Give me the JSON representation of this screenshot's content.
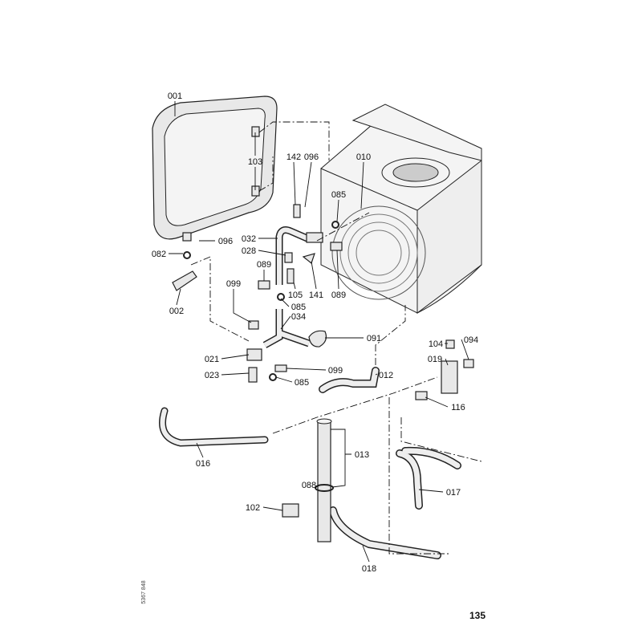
{
  "page_number": "135",
  "drawing_code": "5367 848",
  "labels": {
    "p001": "001",
    "p103": "103",
    "p142": "142",
    "p096a": "096",
    "p010": "010",
    "p085a": "085",
    "p032": "032",
    "p096b": "096",
    "p028": "028",
    "p082": "082",
    "p089a": "089",
    "p105": "105",
    "p141": "141",
    "p089b": "089",
    "p099a": "099",
    "p085b": "085",
    "p002": "002",
    "p034": "034",
    "p091": "091",
    "p104": "104",
    "p094": "094",
    "p021": "021",
    "p019": "019",
    "p012": "012",
    "p023": "023",
    "p099b": "099",
    "p085c": "085",
    "p116": "116",
    "p013": "013",
    "p016": "016",
    "p088": "088",
    "p017": "017",
    "p102": "102",
    "p018": "018"
  }
}
